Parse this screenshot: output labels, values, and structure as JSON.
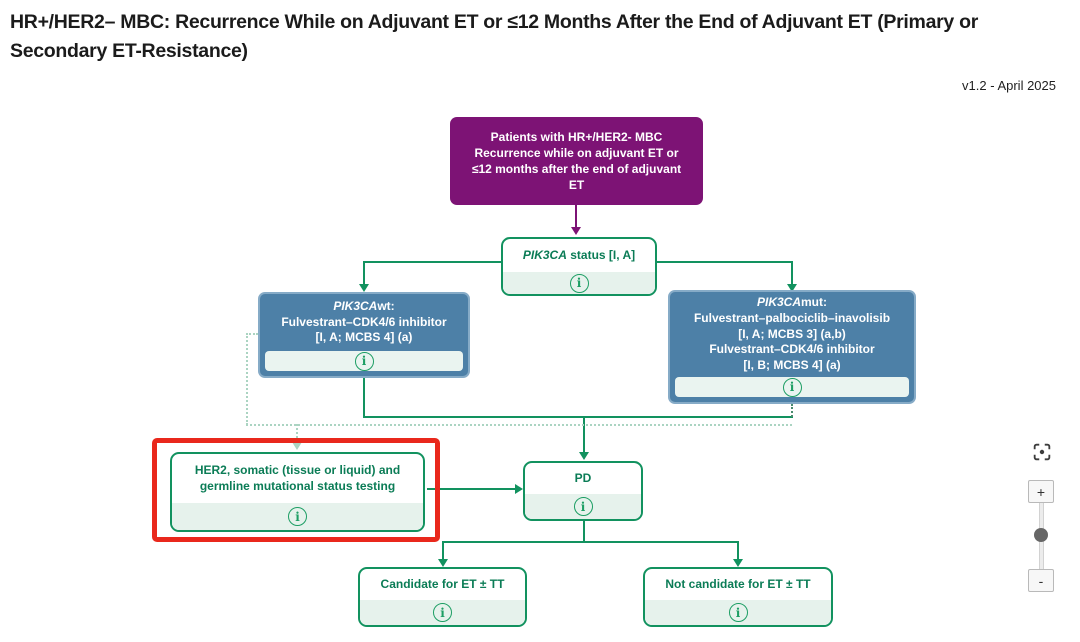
{
  "header": {
    "title": "HR+/HER2– MBC: Recurrence While on Adjuvant ET or ≤12 Months After the End of Adjuvant ET (Primary or\nSecondary ET-Resistance)",
    "version": "v1.2 - April 2025"
  },
  "flowchart": {
    "patients": {
      "text": "Patients with HR+/HER2- MBC\nRecurrence while on adjuvant ET or\n≤12 months after the end of adjuvant\nET"
    },
    "pik3ca_status": {
      "gene": "PIK3CA",
      "text": " status [I, A]"
    },
    "pik3ca_wt": {
      "gene": "PIK3CA",
      "suffix": "wt:",
      "text": "Fulvestrant–CDK4/6 inhibitor\n[I, A; MCBS 4] (a)"
    },
    "pik3ca_mut": {
      "gene": "PIK3CA",
      "suffix": "mut:",
      "text": "Fulvestrant–palbociclib–inavolisib\n[I, A; MCBS 3] (a,b)\nFulvestrant–CDK4/6 inhibitor\n[I, B; MCBS 4] (a)"
    },
    "her2_testing": {
      "text": "HER2, somatic (tissue or liquid) and\ngermline mutational status testing"
    },
    "pd": {
      "text": "PD"
    },
    "candidate": {
      "text": "Candidate for ET ± TT"
    },
    "not_candidate": {
      "text": "Not candidate for ET ± TT"
    },
    "info_icon_glyph": "i"
  },
  "controls": {
    "zoom_in_label": "+",
    "zoom_out_label": "-"
  },
  "colors": {
    "purple": "#7d1375",
    "blue": "#4d80a7",
    "blue_border": "#86abc7",
    "green": "#12925f",
    "green_text": "#0b7c56",
    "light_green_fill": "#e6f2ec",
    "dotted_green": "#abd4c2",
    "red_highlight": "#e9281c"
  }
}
